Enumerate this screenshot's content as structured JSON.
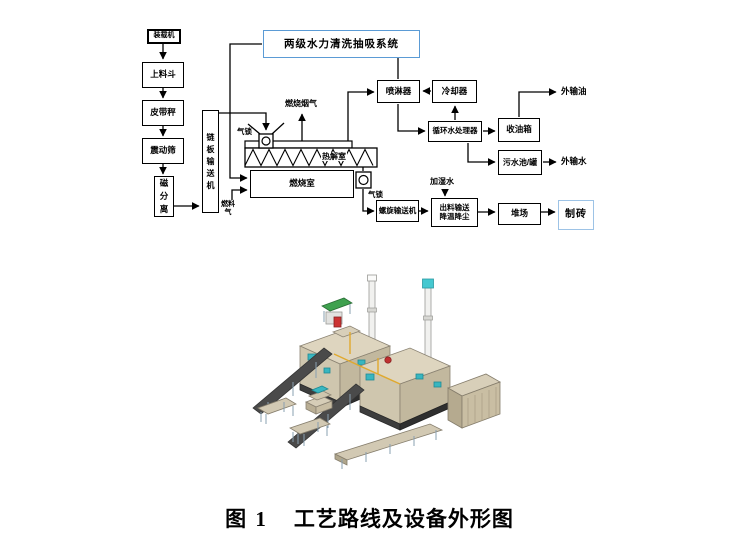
{
  "figure_caption": {
    "number": "图 1",
    "title": "工艺路线及设备外形图"
  },
  "flowchart": {
    "loader": "装载机",
    "feed_hopper": "上料斗",
    "belt_scale": "皮带秤",
    "vibrating_screen": "震动筛",
    "magnetic_separator": "磁分离",
    "chain_plate_conveyor": "链板输送机",
    "two_stage_cleaning_system": "两级水力清洗抽吸系统",
    "spray_unit": "喷淋器",
    "cooler": "冷却器",
    "circulating_water_processor": "循环水处理器",
    "oil_collection_tank": "收油箱",
    "sewage_pool_tank": "污水池/罐",
    "pyrolysis_chamber": "热解室",
    "combustion_chamber": "燃烧室",
    "screw_conveyor": "螺旋输送机",
    "discharge_conveying": "出料输送",
    "cooling_dust_reduction": "降温降尘",
    "stockyard": "堆场",
    "brick_making": "制砖",
    "flue_gas_label": "燃烧烟气",
    "air_lock_left": "气锁",
    "air_lock_right": "气锁",
    "fuel_gas_line1": "燃料",
    "fuel_gas_line2": "气",
    "humidify_water": "加湿水",
    "export_oil": "外输油",
    "export_water": "外输水"
  },
  "colors": {
    "system_box_border": "#5b9bd5",
    "brick_box_border": "#9dc3e6",
    "diagram_line": "#000000",
    "equipment_body": "#cfc6ae",
    "chimney_cap": "#45c8d0"
  }
}
